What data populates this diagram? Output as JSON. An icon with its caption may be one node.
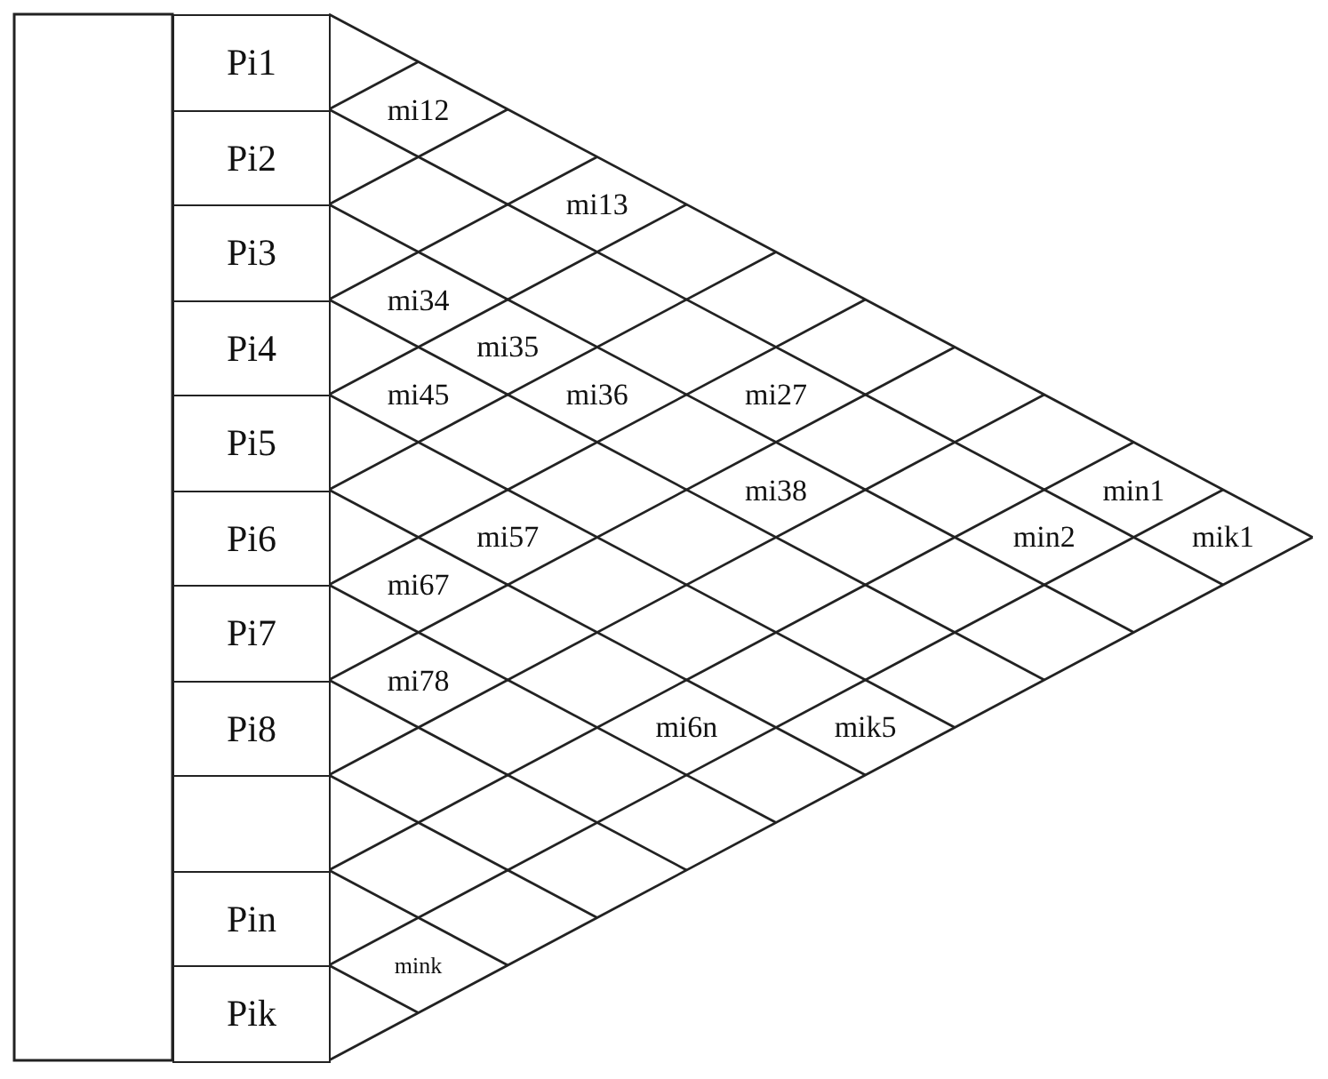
{
  "diagram": {
    "nodes": [
      {
        "text": [
          "Pi1"
        ]
      },
      {
        "text": [
          "Pi2"
        ]
      },
      {
        "text": [
          "Pi3"
        ]
      },
      {
        "text": [
          "Pi4"
        ]
      },
      {
        "text": [
          "Pi5"
        ]
      },
      {
        "text": [
          "Pi6"
        ]
      },
      {
        "text": [
          "Pi7"
        ]
      },
      {
        "text": [
          "Pi8"
        ]
      },
      {
        "text": [],
        "shape": "box"
      },
      {
        "text": [
          "Pin"
        ]
      },
      {
        "text": [
          "Pik"
        ]
      }
    ],
    "labels": [
      "mi12",
      "mi13",
      "mi34",
      "mi35",
      "mi45",
      "mi36",
      "mi27",
      "mi38",
      "min1",
      "mi57",
      "min2",
      "mik1",
      "mi67",
      "mi78",
      "mi6n",
      "mik5",
      "mink"
    ]
  }
}
